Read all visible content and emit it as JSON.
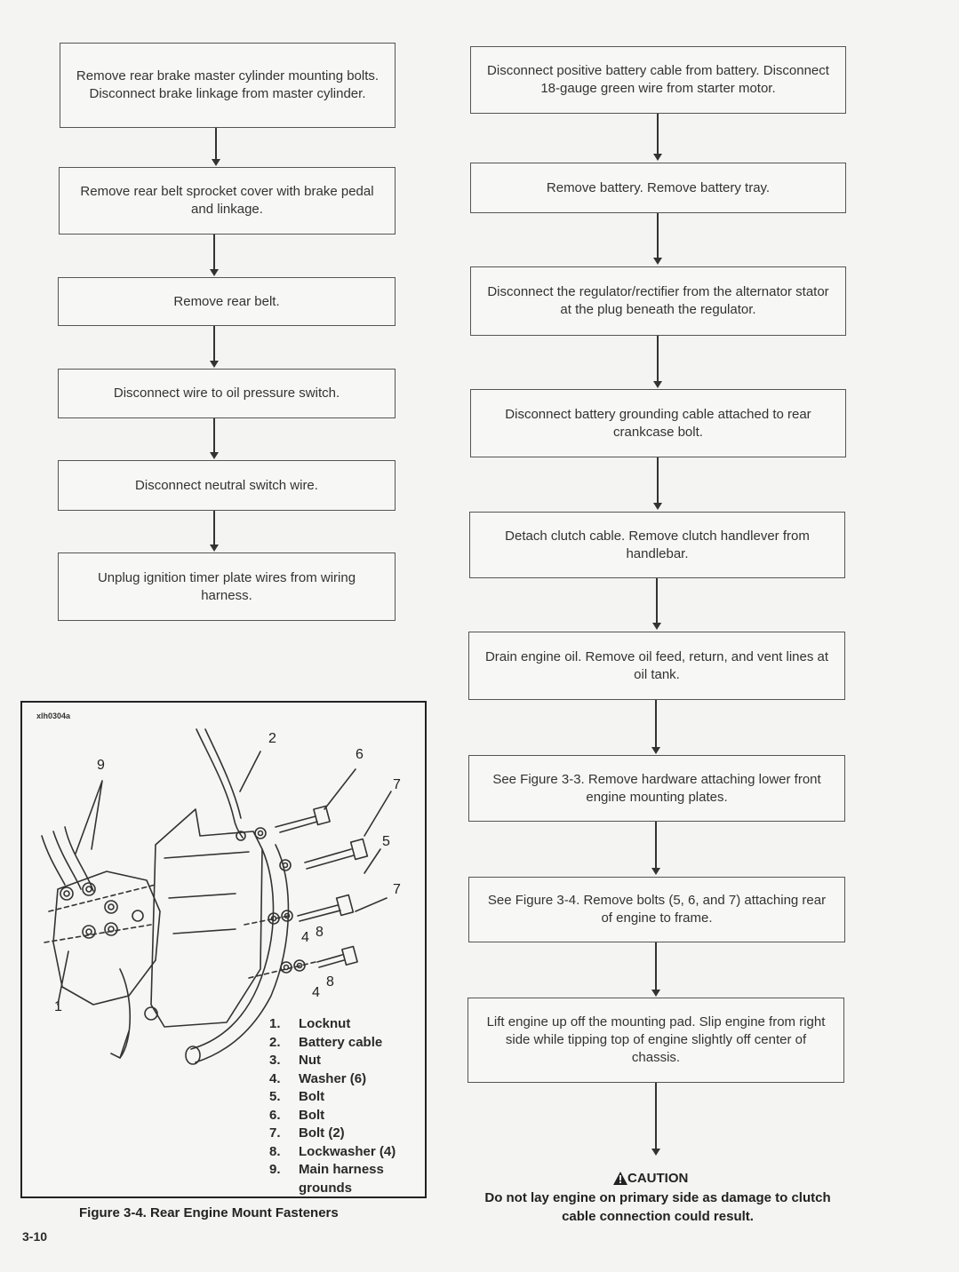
{
  "left_flow": [
    "Remove rear brake master cylinder mounting bolts. Disconnect brake linkage from master cylinder.",
    "Remove rear belt sprocket cover with brake pedal and linkage.",
    "Remove rear belt.",
    "Disconnect wire to oil pressure switch.",
    "Disconnect neutral switch wire.",
    "Unplug ignition timer plate wires from wiring harness."
  ],
  "right_flow": [
    "Disconnect positive battery cable from battery. Disconnect 18-gauge green wire from starter motor.",
    "Remove battery. Remove battery tray.",
    "Disconnect the regulator/rectifier from the alternator stator at the plug beneath the regulator.",
    "Disconnect battery grounding cable attached to rear crankcase bolt.",
    "Detach clutch cable. Remove clutch handlever from handlebar.",
    "Drain engine oil. Remove oil feed, return, and vent lines at oil tank.",
    "See Figure 3-3. Remove hardware attaching lower front engine mounting plates.",
    "See Figure 3-4. Remove bolts (5, 6, and 7) attaching rear of engine to frame.",
    "Lift engine up off the mounting pad. Slip engine from right side while tipping top of engine slightly off center of chassis."
  ],
  "figure": {
    "id": "xlh0304a",
    "callouts": [
      "9",
      "2",
      "6",
      "7",
      "5",
      "7",
      "8",
      "4",
      "8",
      "4",
      "1"
    ],
    "legend": [
      {
        "num": "1.",
        "text": "Locknut"
      },
      {
        "num": "2.",
        "text": "Battery cable"
      },
      {
        "num": "3.",
        "text": "Nut"
      },
      {
        "num": "4.",
        "text": "Washer (6)"
      },
      {
        "num": "5.",
        "text": "Bolt"
      },
      {
        "num": "6.",
        "text": "Bolt"
      },
      {
        "num": "7.",
        "text": "Bolt (2)"
      },
      {
        "num": "8.",
        "text": "Lockwasher (4)"
      },
      {
        "num": "9.",
        "text": "Main harness",
        "cont": "grounds"
      }
    ],
    "caption": "Figure 3-4. Rear Engine Mount Fasteners"
  },
  "caution": {
    "title": "CAUTION",
    "text": "Do not lay engine on primary side as damage to clutch cable connection could result."
  },
  "page_number": "3-10"
}
